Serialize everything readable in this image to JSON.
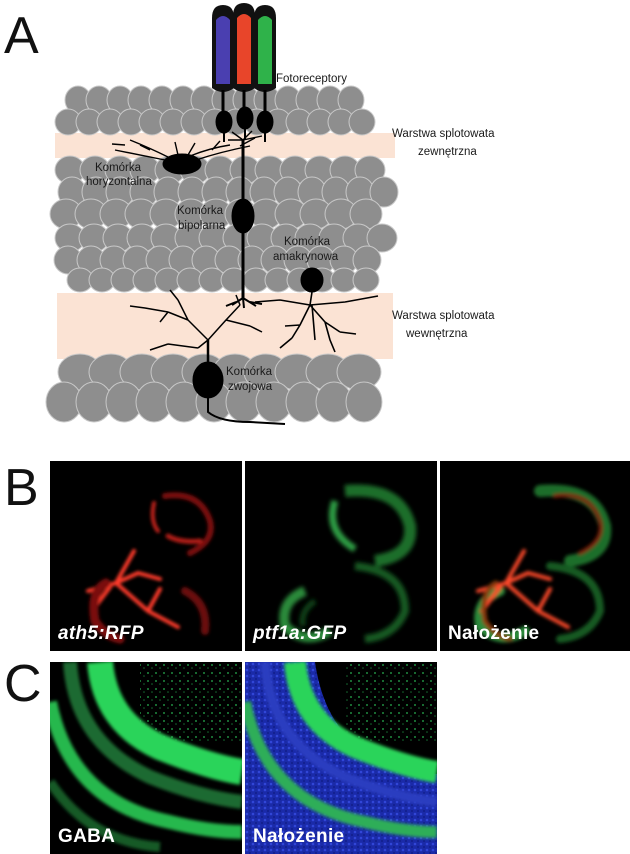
{
  "panels": {
    "a": {
      "letter": "A",
      "labels": {
        "photoreceptors": "Fotoreceptory",
        "outer_plexiform_1": "Warstwa splotowata",
        "outer_plexiform_2": "zewnętrzna",
        "horizontal_1": "Komórka",
        "horizontal_2": "horyzontalna",
        "bipolar_1": "Komórka",
        "bipolar_2": "bipolarna",
        "amacrine_1": "Komórka",
        "amacrine_2": "amakrynowa",
        "inner_plexiform_1": "Warstwa splotowata",
        "inner_plexiform_2": "wewnętrzna",
        "ganglion_1": "Komórka",
        "ganglion_2": "zwojowa"
      },
      "colors": {
        "cone_blue": "#4a3fb0",
        "cone_red": "#e8452a",
        "cone_green": "#2fb24a",
        "plexiform_band": "#fbe3d4",
        "nuclei": "#8f8f8f",
        "cells": "#000000"
      }
    },
    "b": {
      "letter": "B",
      "images": [
        {
          "caption": "ath5:RFP",
          "italic": true,
          "channel": "red"
        },
        {
          "caption": "ptf1a:GFP",
          "italic": true,
          "channel": "green"
        },
        {
          "caption": "Nałożenie",
          "italic": false,
          "channel": "merge"
        }
      ]
    },
    "c": {
      "letter": "C",
      "images": [
        {
          "caption": "GABA",
          "channel": "green"
        },
        {
          "caption": "Nałożenie",
          "channel": "green-blue"
        }
      ]
    }
  }
}
